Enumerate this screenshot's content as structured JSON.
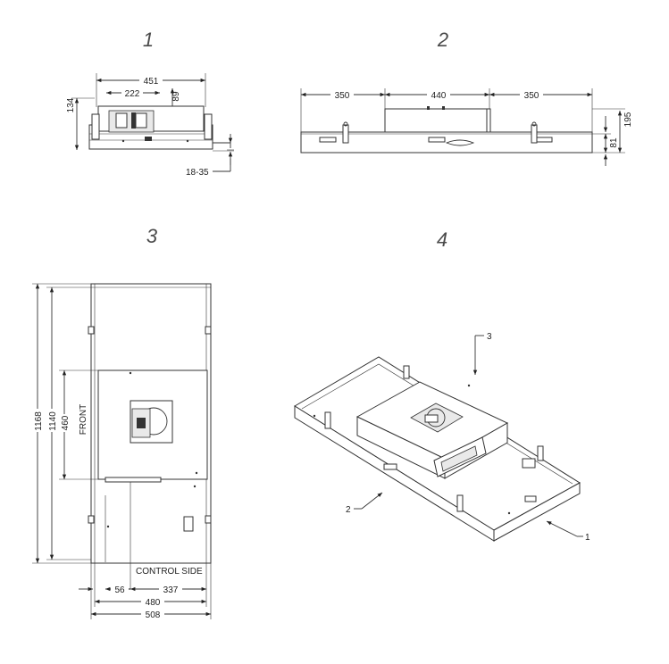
{
  "views": [
    {
      "id": "1",
      "dims": {
        "width_overall": "451",
        "inner_width": "222",
        "height": "134",
        "fan_height": "89",
        "adjust": "18-35"
      }
    },
    {
      "id": "2",
      "dims": {
        "left": "350",
        "middle": "440",
        "right": "350",
        "height": "195",
        "base": "81"
      }
    },
    {
      "id": "3",
      "dims": {
        "length": "1168",
        "inner_length": "1140",
        "plate": "460",
        "offset": "56",
        "span": "337",
        "inner_width": "480",
        "width": "508"
      },
      "labels": {
        "front": "FRONT",
        "control": "CONTROL SIDE"
      }
    },
    {
      "id": "4",
      "callouts": [
        "1",
        "2",
        "3"
      ]
    }
  ],
  "colors": {
    "line": "#333333",
    "title": "#4a4a4a",
    "panel": "#ffffff"
  }
}
